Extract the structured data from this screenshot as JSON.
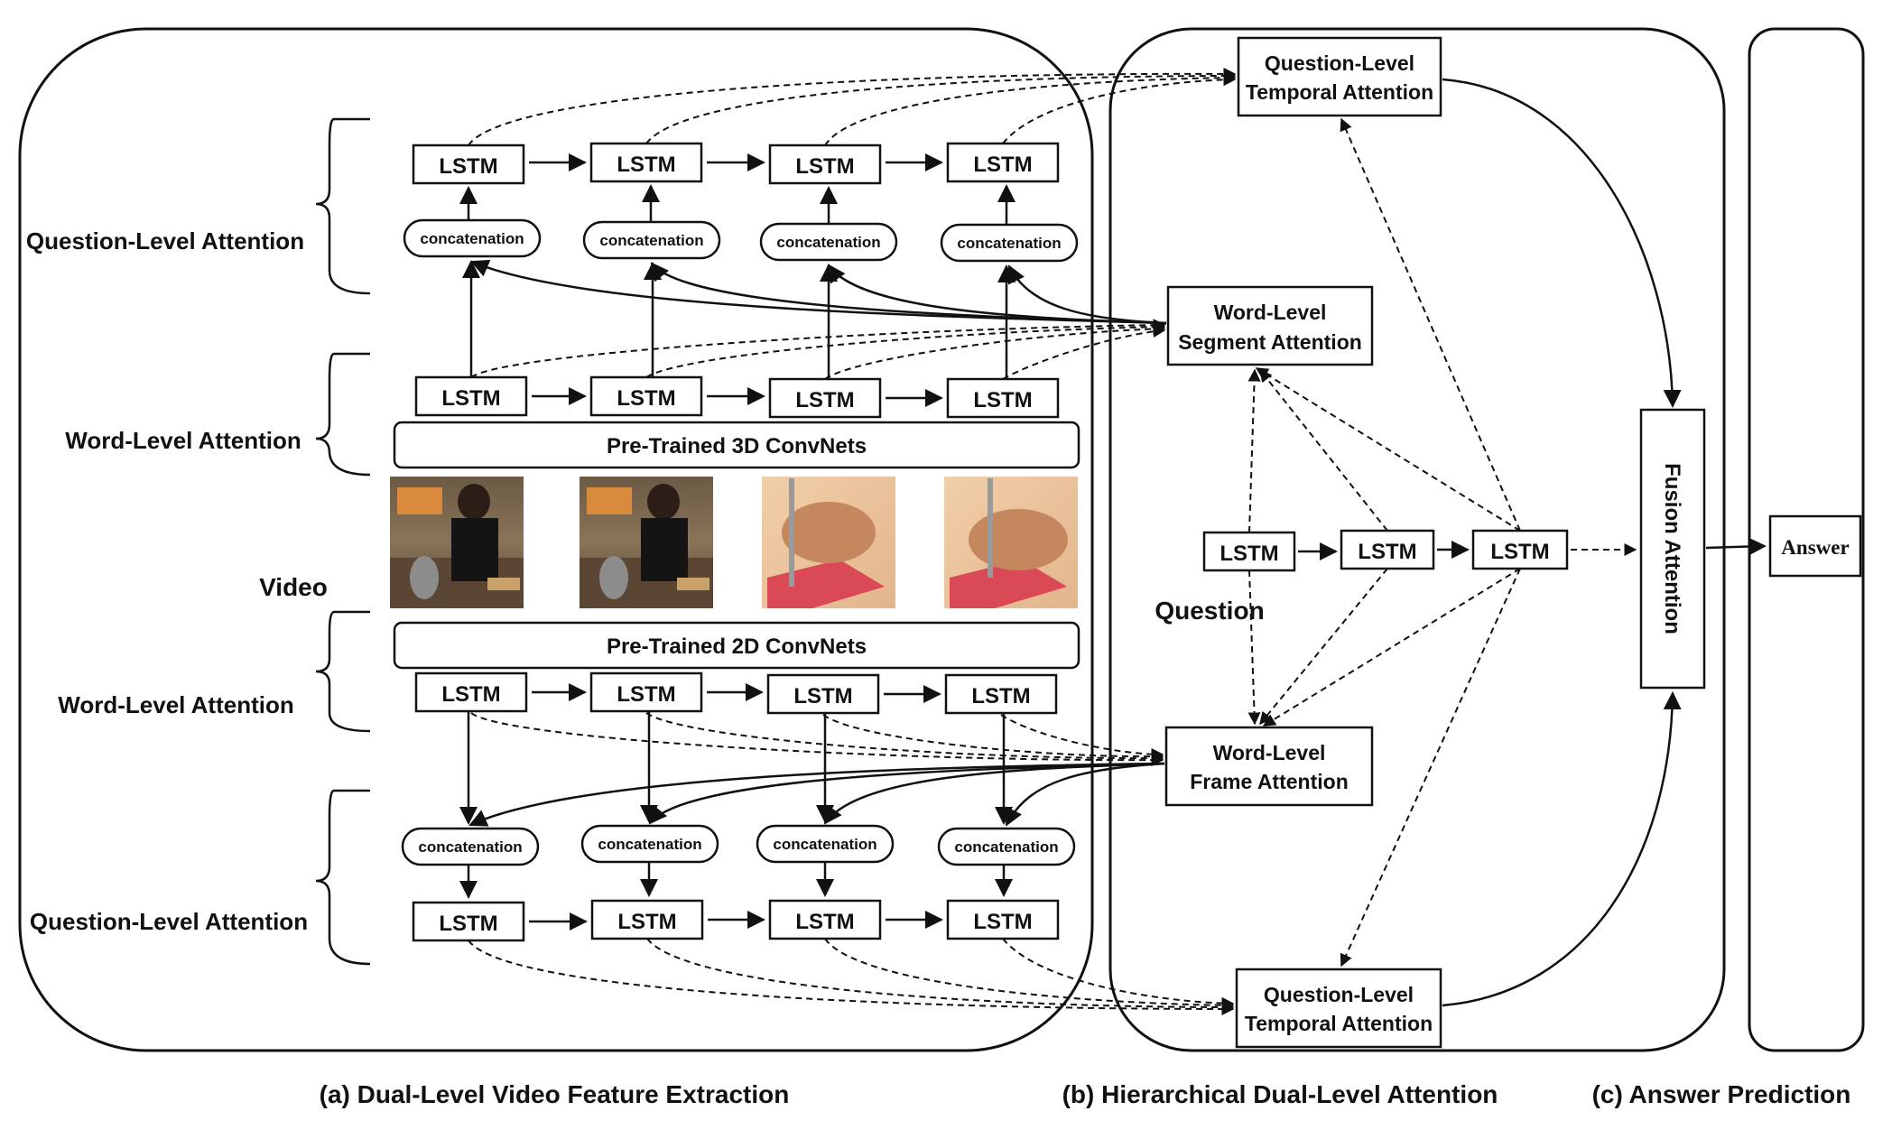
{
  "panels": {
    "a_caption": "(a) Dual-Level Video Feature Extraction",
    "b_caption": "(b) Hierarchical Dual-Level Attention",
    "c_caption": "(c) Answer Prediction"
  },
  "left_labels": {
    "q_level_top": "Question-Level Attention",
    "w_level_top": "Word-Level Attention",
    "video": "Video",
    "w_level_bottom": "Word-Level Attention",
    "q_level_bottom": "Question-Level Attention"
  },
  "nodes": {
    "lstm": "LSTM",
    "concat": "concatenation",
    "convnet_3d": "Pre-Trained 3D ConvNets",
    "convnet_2d": "Pre-Trained 2D ConvNets"
  },
  "attention": {
    "q_temporal_top_1": "Question-Level",
    "q_temporal_top_2": "Temporal Attention",
    "w_segment_1": "Word-Level",
    "w_segment_2": "Segment Attention",
    "w_frame_1": "Word-Level",
    "w_frame_2": "Frame Attention",
    "q_temporal_bottom_1": "Question-Level",
    "q_temporal_bottom_2": "Temporal Attention",
    "question": "Question",
    "fusion": "Fusion Attention",
    "answer": "Answer"
  },
  "video_frames": [
    {
      "scene": "woman-in-kitchen"
    },
    {
      "scene": "woman-in-kitchen"
    },
    {
      "scene": "hands-cutting"
    },
    {
      "scene": "hands-cutting"
    }
  ]
}
